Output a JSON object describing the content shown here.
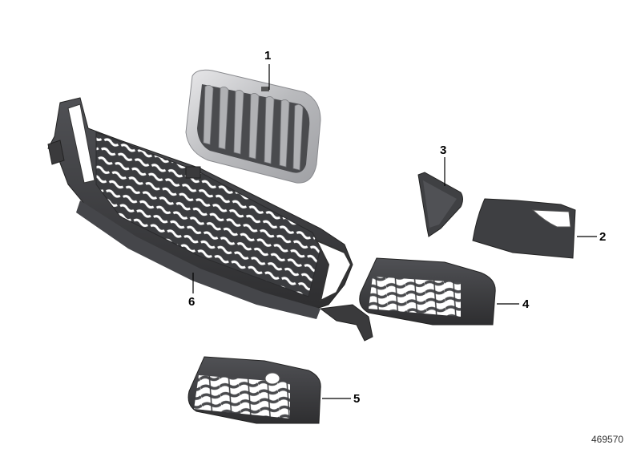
{
  "diagram": {
    "type": "exploded parts diagram",
    "reference_number": "469570",
    "colors": {
      "background": "#ffffff",
      "part_dark": "#3a3a3c",
      "part_mid": "#55565a",
      "part_light": "#8a8b8f",
      "chrome": "#c4c5c8",
      "chrome_highlight": "#e8e8ea",
      "leader_line": "#000000"
    },
    "parts": [
      {
        "number": "1",
        "name": "Kidney grille (chrome surround)"
      },
      {
        "number": "2",
        "name": "Side trim panel with opening"
      },
      {
        "number": "3",
        "name": "Triangular trim cover"
      },
      {
        "number": "4",
        "name": "Side air intake grille"
      },
      {
        "number": "5",
        "name": "Side air intake grille with tow-hook opening"
      },
      {
        "number": "6",
        "name": "Lower center bumper grille"
      }
    ]
  }
}
